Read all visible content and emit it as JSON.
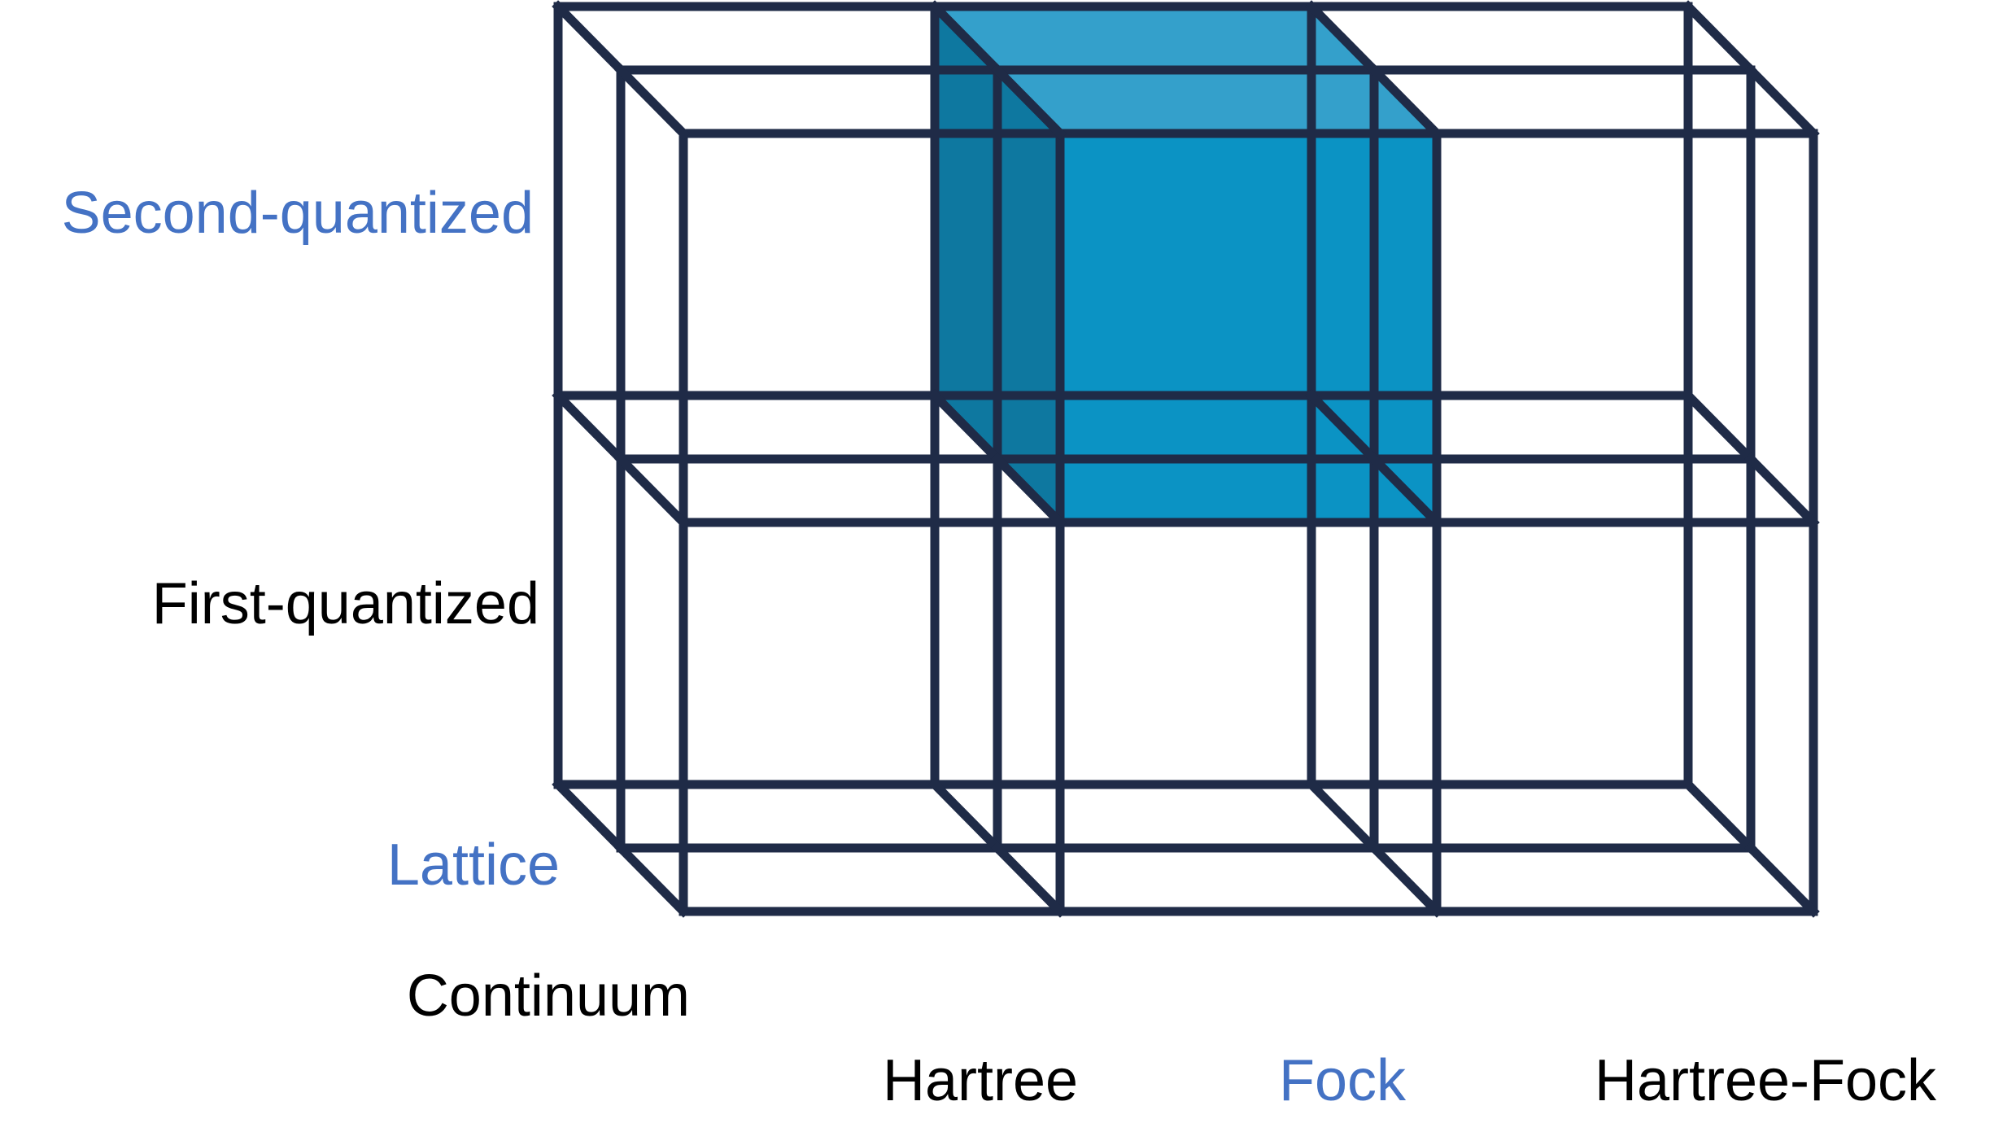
{
  "labels": {
    "second_quantized": "Second-quantized",
    "first_quantized": "First-quantized",
    "lattice": "Lattice",
    "continuum": "Continuum",
    "hartree": "Hartree",
    "fock": "Fock",
    "hartree_fock": "Hartree-Fock"
  },
  "colors": {
    "line": "#1f2b47",
    "blue_label": "#4472c4",
    "black_label": "#000000",
    "highlight_front": "#0b93c4",
    "highlight_top": "#34a0cb",
    "highlight_side": "#0e78a0"
  },
  "highlighted_cell": {
    "method": "Fock",
    "quantization": "Second-quantized",
    "space": "Lattice"
  }
}
